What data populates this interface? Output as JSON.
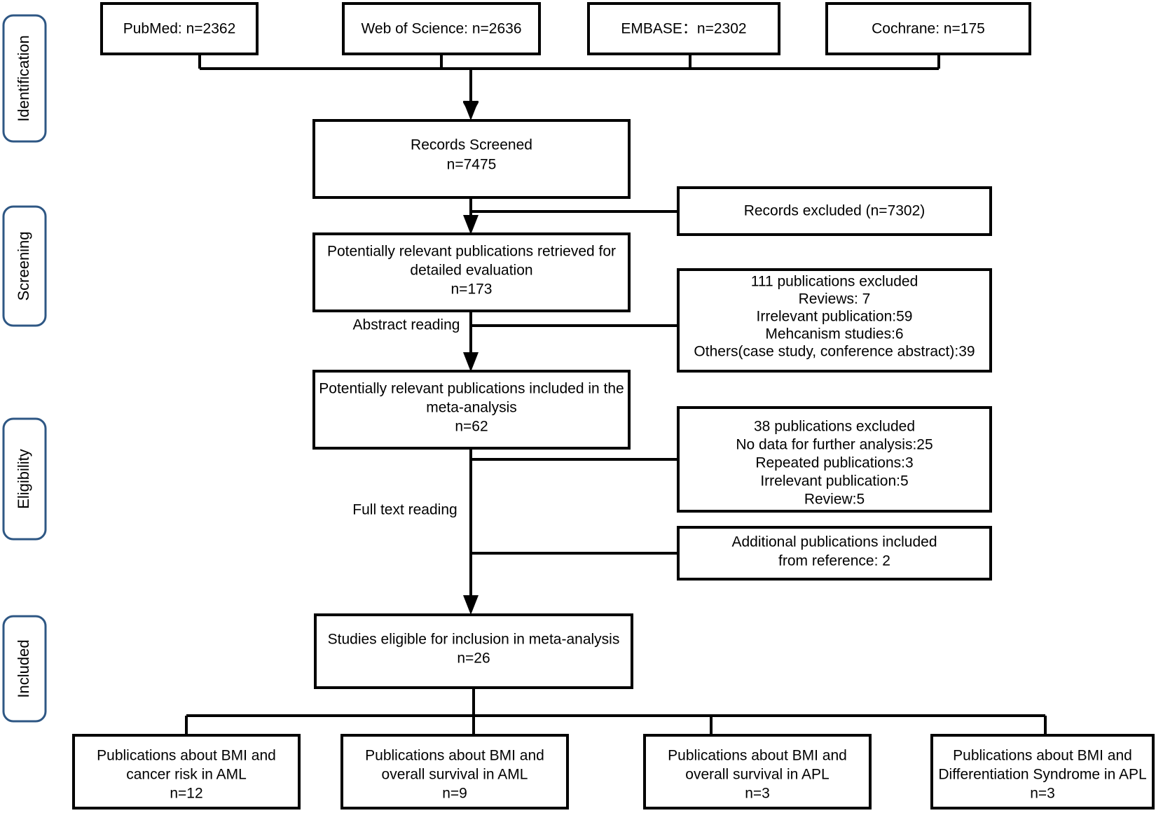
{
  "diagram": {
    "title": "PRISMA study selection flow diagram",
    "colors": {
      "box_border": "#000000",
      "stage_border": "#2e5784",
      "background": "#ffffff",
      "text": "#000000"
    },
    "stages": [
      {
        "id": "identification",
        "label": "Identification"
      },
      {
        "id": "screening",
        "label": "Screening"
      },
      {
        "id": "eligibility",
        "label": "Eligibility"
      },
      {
        "id": "included",
        "label": "Included"
      }
    ],
    "sources": [
      {
        "id": "pubmed",
        "label": "PubMed: n=2362",
        "count": 2362
      },
      {
        "id": "web-of-science",
        "label": "Web of Science: n=2636",
        "count": 2636
      },
      {
        "id": "embase",
        "label": "EMBASE：n=2302",
        "count": 2302
      },
      {
        "id": "cochrane",
        "label": "Cochrane: n=175",
        "count": 175
      }
    ],
    "records_screened": {
      "line1": "Records Screened",
      "line2": "n=7475",
      "count": 7475
    },
    "records_excluded": {
      "line1": "Records excluded (n=7302)",
      "count": 7302
    },
    "retrieved": {
      "line1": "Potentially relevant publications retrieved for",
      "line2": "detailed evaluation",
      "line3": "n=173",
      "count": 173
    },
    "excluded_111": {
      "line1": "111 publications excluded",
      "line2": "Reviews: 7",
      "line3": "Irrelevant publication:59",
      "line4": "Mehcanism studies:6",
      "line5": "Others(case study, conference abstract):39",
      "total": 111
    },
    "included_meta": {
      "line1": "Potentially relevant publications included in the",
      "line2": "meta-analysis",
      "line3": "n=62",
      "count": 62
    },
    "excluded_38": {
      "line1": "38 publications excluded",
      "line2": "No data for further analysis:25",
      "line3": "Repeated publications:3",
      "line4": "Irrelevant publication:5",
      "line5": "Review:5",
      "total": 38
    },
    "additional": {
      "line1": "Additional publications included",
      "line2": "from reference: 2",
      "count": 2
    },
    "eligible_studies": {
      "line1": "Studies eligible for inclusion in meta-analysis",
      "line2": "n=26",
      "count": 26
    },
    "edge_labels": {
      "abstract_reading": "Abstract reading",
      "full_text_reading": "Full text reading"
    },
    "outcomes": [
      {
        "id": "bmi-cancer-risk-aml",
        "line1": "Publications about BMI and",
        "line2": "cancer risk in AML",
        "line3": "n=12",
        "count": 12
      },
      {
        "id": "bmi-os-aml",
        "line1": "Publications about BMI and",
        "line2": "overall survival in AML",
        "line3": "n=9",
        "count": 9
      },
      {
        "id": "bmi-os-apl",
        "line1": "Publications about BMI and",
        "line2": "overall survival in APL",
        "line3": "n=3",
        "count": 3
      },
      {
        "id": "bmi-ds-apl",
        "line1": "Publications about BMI and",
        "line2": "Differentiation Syndrome in APL",
        "line3": "n=3",
        "count": 3
      }
    ]
  }
}
